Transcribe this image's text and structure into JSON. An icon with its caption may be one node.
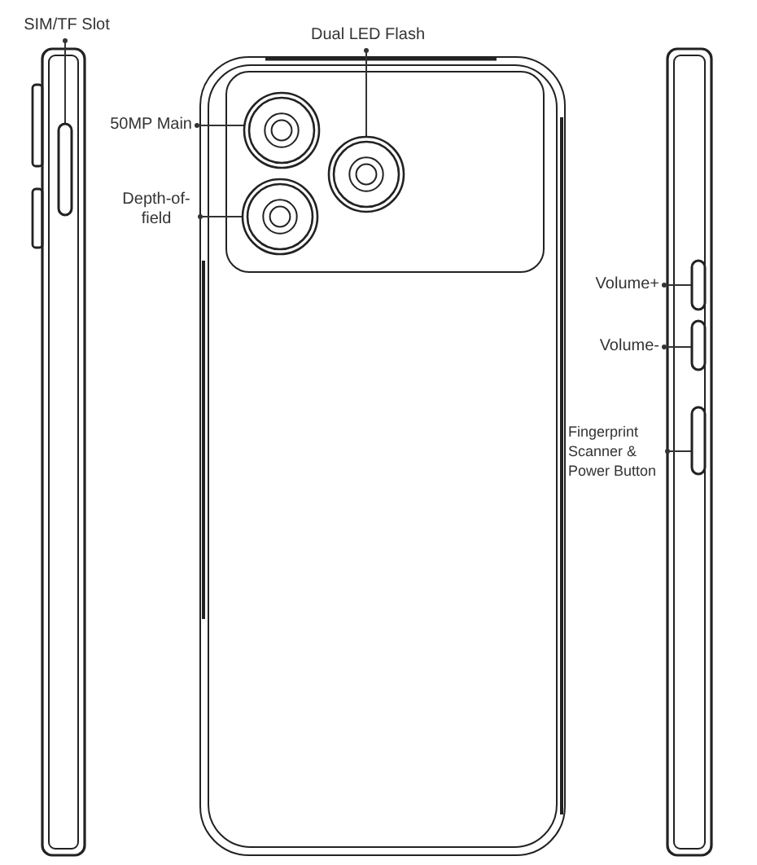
{
  "diagram": {
    "nodes": [
      {
        "text": [
          "SIM/TF Slot"
        ]
      },
      {
        "text": [],
        "shape": "bar"
      },
      {
        "text": [
          "Dual LED Flash"
        ]
      },
      {
        "text": [],
        "shape": "circle"
      },
      {
        "text": [
          "50MP Main"
        ]
      },
      {
        "text": [],
        "shape": "circle"
      },
      {
        "text": [
          "Depth-of-field"
        ]
      },
      {
        "text": [],
        "shape": "circle"
      },
      {
        "text": [
          "Volume+"
        ]
      },
      {
        "text": [],
        "shape": "bar"
      },
      {
        "text": [
          "Volume-"
        ]
      },
      {
        "text": [],
        "shape": "bar"
      },
      {
        "text": [
          "Fingerprint Scanner & Power Button"
        ]
      },
      {
        "text": [],
        "shape": "bar"
      }
    ],
    "edges": [
      {
        "from": 0,
        "to": 1,
        "arrow": "other"
      },
      {
        "from": 2,
        "to": 3,
        "arrow": "other"
      },
      {
        "from": 4,
        "to": 5,
        "arrow": "other"
      },
      {
        "from": 6,
        "to": 7,
        "arrow": "other"
      },
      {
        "from": 8,
        "to": 9,
        "arrow": "other"
      },
      {
        "from": 10,
        "to": 11,
        "arrow": "other"
      },
      {
        "from": 12,
        "to": 13,
        "arrow": "other"
      }
    ]
  }
}
